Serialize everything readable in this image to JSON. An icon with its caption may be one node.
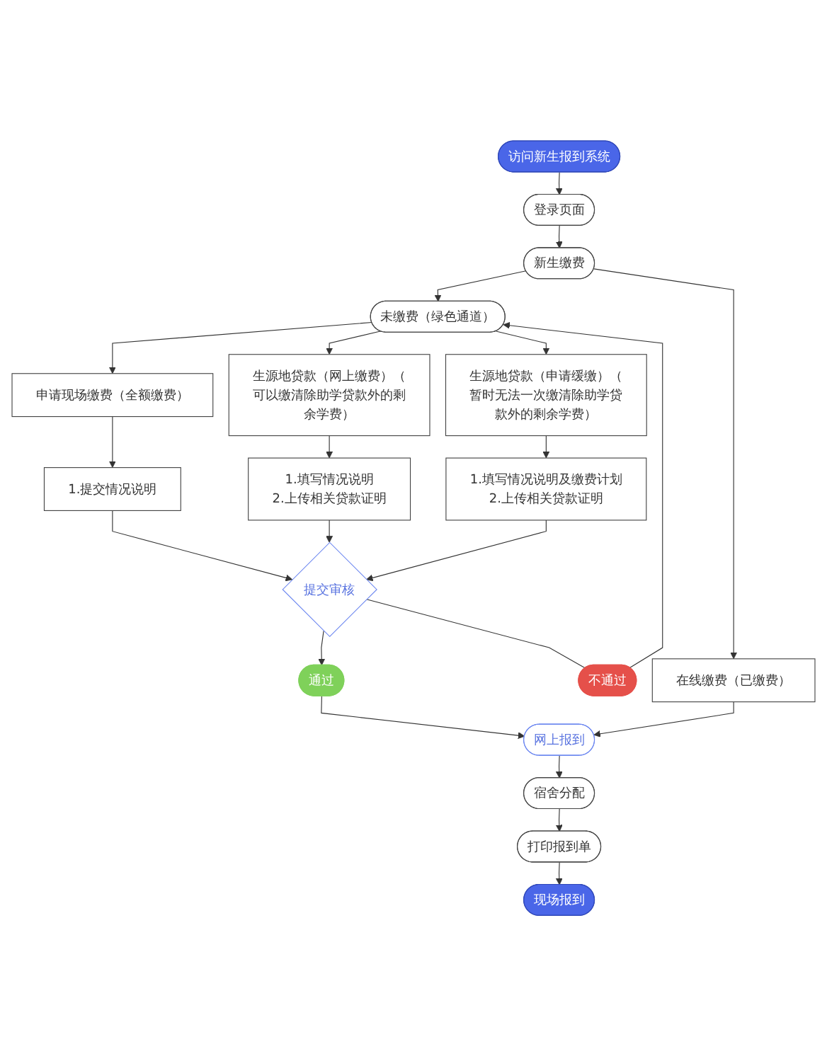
{
  "diagram": {
    "nodes": [
      {
        "text": [
          "访问新生报到系统"
        ]
      },
      {
        "text": [
          "登录页面"
        ]
      },
      {
        "text": [
          "新生缴费"
        ]
      },
      {
        "text": [
          "在线缴费（已缴费）"
        ]
      },
      {
        "text": [
          "未缴费（绿色通道）"
        ]
      },
      {
        "text": [
          "不通过"
        ]
      },
      {
        "text": [
          "申请现场缴费（全额缴费）"
        ]
      },
      {
        "text": [
          "生源地贷款（网上缴费）（可以缴清除助学贷款外的剩余学费）"
        ]
      },
      {
        "text": [
          "生源地贷款（申请缓缴）（暂时无法一次缴清除助学贷款外的剩余学费）"
        ]
      },
      {
        "text": [
          "1.提交情况说明"
        ]
      },
      {
        "text": [
          "1.填写情况说明",
          "2.上传相关贷款证明"
        ]
      },
      {
        "text": [
          "1.填写情况说明及缴费计划",
          "2.上传相关贷款证明"
        ]
      },
      {
        "text": [
          "提交审核"
        ]
      },
      {
        "text": [
          "通过"
        ]
      },
      {
        "text": [
          "网上报到"
        ]
      },
      {
        "text": [
          "宿舍分配"
        ]
      },
      {
        "text": [
          "打印报到单"
        ]
      },
      {
        "text": [
          "现场报到"
        ]
      }
    ],
    "edges": [
      {
        "from": 0,
        "to": 1,
        "arrow": "to"
      },
      {
        "from": 1,
        "to": 2,
        "arrow": "to"
      },
      {
        "from": 2,
        "to": 3,
        "arrow": "to"
      },
      {
        "from": 2,
        "to": 4,
        "arrow": "to"
      },
      {
        "from": 4,
        "to": 6,
        "arrow": "to"
      },
      {
        "from": 4,
        "to": 7,
        "arrow": "to"
      },
      {
        "from": 4,
        "to": 8,
        "arrow": "to"
      },
      {
        "from": 6,
        "to": 9,
        "arrow": "to"
      },
      {
        "from": 7,
        "to": 10,
        "arrow": "to"
      },
      {
        "from": 8,
        "to": 11,
        "arrow": "to"
      },
      {
        "from": 9,
        "to": 12,
        "arrow": "to"
      },
      {
        "from": 10,
        "to": 12,
        "arrow": "to"
      },
      {
        "from": 11,
        "to": 12,
        "arrow": "to"
      },
      {
        "from": 12,
        "to": 5,
        "arrow": "none"
      },
      {
        "from": 5,
        "to": 4,
        "arrow": "to"
      },
      {
        "from": 12,
        "to": 13,
        "arrow": "to"
      },
      {
        "from": 13,
        "to": 14,
        "arrow": "to"
      },
      {
        "from": 3,
        "to": 14,
        "arrow": "to"
      },
      {
        "from": 14,
        "to": 15,
        "arrow": "to"
      },
      {
        "from": 15,
        "to": 16,
        "arrow": "to"
      },
      {
        "from": 16,
        "to": 17,
        "arrow": "to"
      }
    ]
  }
}
